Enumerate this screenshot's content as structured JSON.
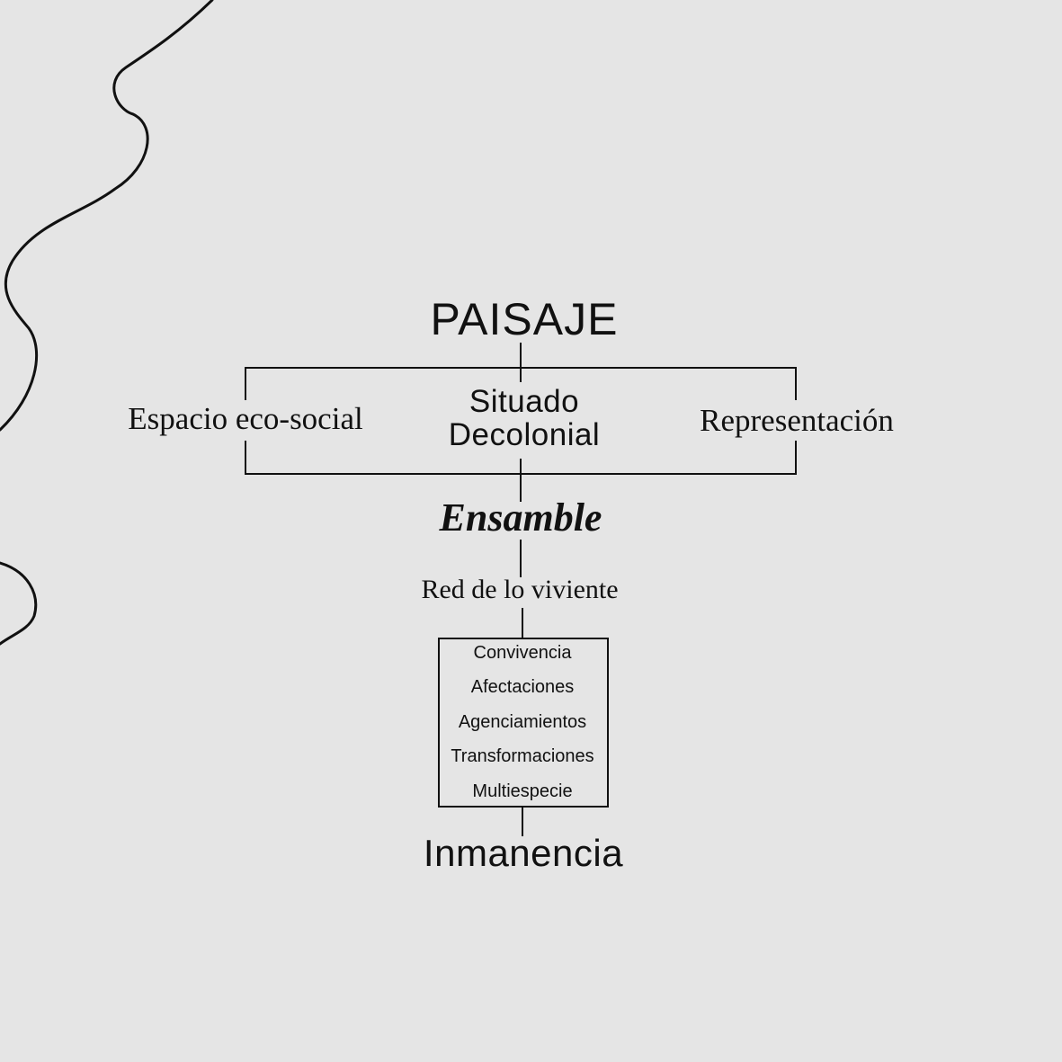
{
  "diagram": {
    "title": "PAISAJE",
    "branches": {
      "left": "Espacio eco-social",
      "center_line1": "Situado",
      "center_line2": "Decolonial",
      "right": "Representación"
    },
    "ensamble": "Ensamble",
    "red": "Red de lo viviente",
    "list": [
      "Convivencia",
      "Afectaciones",
      "Agenciamientos",
      "Transformaciones",
      "Multiespecie"
    ],
    "bottom": "Inmanencia"
  },
  "colors": {
    "background": "#e5e5e5",
    "ink": "#111111"
  }
}
